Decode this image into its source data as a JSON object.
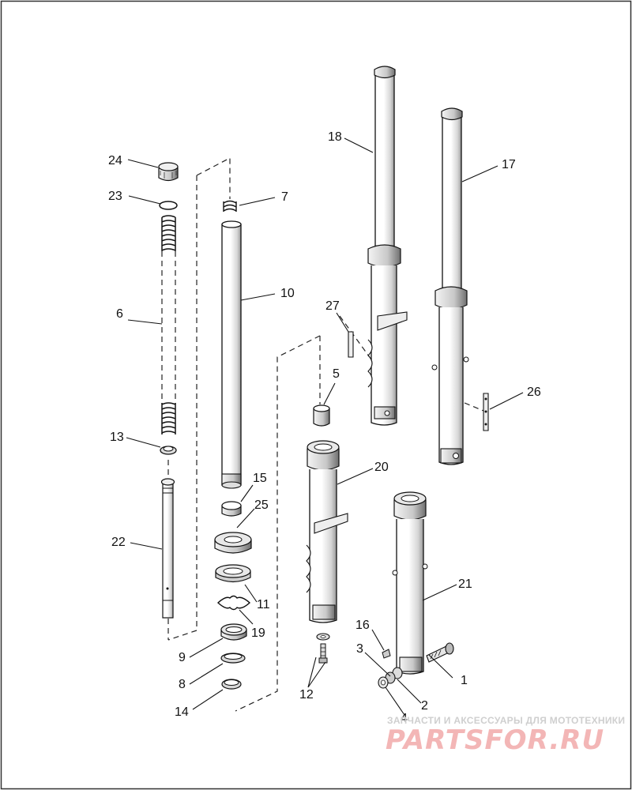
{
  "diagram": {
    "callouts": [
      "1",
      "2",
      "3",
      "4",
      "5",
      "6",
      "7",
      "8",
      "9",
      "10",
      "11",
      "12",
      "13",
      "14",
      "15",
      "16",
      "17",
      "18",
      "19",
      "20",
      "21",
      "22",
      "23",
      "24",
      "25",
      "26",
      "27"
    ]
  },
  "watermark": {
    "tagline": "ЗАПЧАСТИ И АКСЕССУАРЫ ДЛЯ МОТОТЕХНИКИ",
    "brand": "PARTSFOR.RU"
  }
}
